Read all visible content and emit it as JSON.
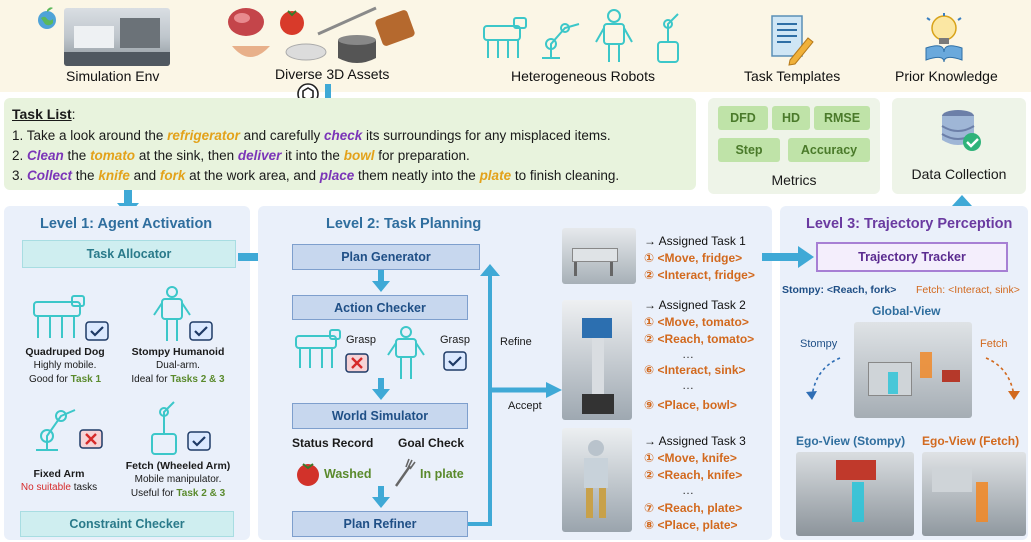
{
  "top": {
    "sim_env": "Simulation Env",
    "assets": "Diverse 3D Assets",
    "robots": "Heterogeneous Robots",
    "templates": "Task Templates",
    "knowledge": "Prior Knowledge"
  },
  "task_list": {
    "title": "Task List",
    "colon": ":",
    "lines": [
      {
        "parts": [
          {
            "t": "1. Take a look around the ",
            "c": "plain"
          },
          {
            "t": "refrigerator",
            "c": "obj"
          },
          {
            "t": " and carefully ",
            "c": "plain"
          },
          {
            "t": "check",
            "c": "act"
          },
          {
            "t": " its surroundings for any misplaced items.",
            "c": "plain"
          }
        ]
      },
      {
        "parts": [
          {
            "t": "2. ",
            "c": "plain"
          },
          {
            "t": "Clean",
            "c": "act"
          },
          {
            "t": " the ",
            "c": "plain"
          },
          {
            "t": "tomato",
            "c": "obj"
          },
          {
            "t": " at the sink, then ",
            "c": "plain"
          },
          {
            "t": "deliver",
            "c": "act"
          },
          {
            "t": " it into the ",
            "c": "plain"
          },
          {
            "t": "bowl",
            "c": "obj"
          },
          {
            "t": " for preparation.",
            "c": "plain"
          }
        ]
      },
      {
        "parts": [
          {
            "t": "3. ",
            "c": "plain"
          },
          {
            "t": "Collect",
            "c": "act"
          },
          {
            "t": " the ",
            "c": "plain"
          },
          {
            "t": "knife",
            "c": "obj"
          },
          {
            "t": " and ",
            "c": "plain"
          },
          {
            "t": "fork",
            "c": "obj"
          },
          {
            "t": " at the work area, and ",
            "c": "plain"
          },
          {
            "t": "place",
            "c": "act"
          },
          {
            "t": " them neatly into the ",
            "c": "plain"
          },
          {
            "t": "plate",
            "c": "obj"
          },
          {
            "t": " to finish cleaning.",
            "c": "plain"
          }
        ]
      }
    ]
  },
  "metrics": {
    "chips": [
      "DFD",
      "HD",
      "RMSE",
      "Step",
      "Accuracy"
    ],
    "label": "Metrics"
  },
  "data_collection": {
    "label": "Data Collection"
  },
  "level1": {
    "title": "Level 1: Agent Activation",
    "allocator": "Task Allocator",
    "dog": {
      "name": "Quadruped Dog",
      "desc1": "Highly mobile.",
      "desc2_a": "Good for ",
      "desc2_b": "Task 1"
    },
    "humanoid": {
      "name": "Stompy Humanoid",
      "desc1": "Dual-arm.",
      "desc2_a": "Ideal for ",
      "desc2_b": "Tasks 2 & 3"
    },
    "arm": {
      "name": "Fixed Arm",
      "desc1_a": "No suitable",
      "desc1_b": " tasks"
    },
    "fetch": {
      "name": "Fetch (Wheeled Arm)",
      "desc1": "Mobile manipulator.",
      "desc2_a": "Useful for ",
      "desc2_b": "Task 2 & 3"
    },
    "checker": "Constraint Checker"
  },
  "level2": {
    "title": "Level 2: Task Planning",
    "generator": "Plan Generator",
    "action_checker": "Action Checker",
    "grasp1": "Grasp",
    "grasp2": "Grasp",
    "world_sim": "World Simulator",
    "status_record": "Status Record",
    "goal_check": "Goal Check",
    "washed": "Washed",
    "in_plate": "In plate",
    "refiner": "Plan Refiner",
    "refine": "Refine",
    "accept": "Accept"
  },
  "assigned": {
    "t1": {
      "head": "→ Assigned Task 1",
      "steps": [
        "① <Move, fridge>",
        "② <Interact, fridge>"
      ]
    },
    "t2": {
      "head": "→ Assigned Task 2",
      "steps": [
        "① <Move, tomato>",
        "② <Reach, tomato>",
        "…",
        "⑥ <Interact, sink>",
        "…",
        "⑨ <Place, bowl>"
      ]
    },
    "t3": {
      "head": "→ Assigned Task 3",
      "steps": [
        "① <Move, knife>",
        "② <Reach, knife>",
        "…",
        "⑦ <Reach, plate>",
        "⑧ <Place, plate>"
      ]
    }
  },
  "level3": {
    "title": "Level 3: Trajectory Perception",
    "tracker": "Trajectory Tracker",
    "stompy_seq": "Stompy: <Reach, fork>",
    "fetch_seq": "Fetch: <Interact, sink>",
    "global_view": "Global-View",
    "stompy": "Stompy",
    "fetch": "Fetch",
    "ego_stompy": "Ego-View (Stompy)",
    "ego_fetch": "Ego-View (Fetch)"
  },
  "colors": {
    "object_keyword": "#e3a21a",
    "action_keyword": "#7b35b8",
    "level_title": "#2f6e9e",
    "level3_title": "#6a3aa0",
    "step_text": "#d2691e",
    "arrow": "#3fa9d6"
  }
}
